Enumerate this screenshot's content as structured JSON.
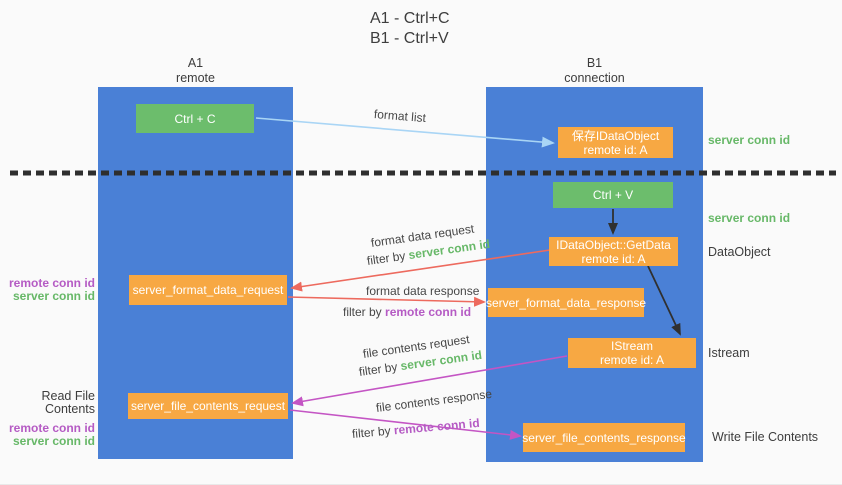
{
  "title": {
    "line1": "A1 - Ctrl+C",
    "line2": "B1 - Ctrl+V"
  },
  "lanes": {
    "left": {
      "id": "A1",
      "name": "remote"
    },
    "right": {
      "id": "B1",
      "name": "connection"
    }
  },
  "nodes": {
    "ctrl_c": {
      "label": "Ctrl + C"
    },
    "save_dataobject": {
      "line1": "保存IDataObject",
      "line2": "remote id: A"
    },
    "ctrl_v": {
      "label": "Ctrl + V"
    },
    "getdata": {
      "line1": "IDataObject::GetData",
      "line2": "remote id: A"
    },
    "format_request": {
      "label": "server_format_data_request"
    },
    "format_response": {
      "label": "server_format_data_response"
    },
    "istream": {
      "line1": "IStream",
      "line2": "remote id: A"
    },
    "file_request": {
      "label": "server_file_contents_request"
    },
    "file_response": {
      "label": "server_file_contents_response"
    }
  },
  "edge_labels": {
    "format_list": "format list",
    "format_data_request": "format data request",
    "format_data_response": "format data response",
    "file_contents_request": "file contents request",
    "file_contents_response": "file contents response",
    "filter_by": "filter by",
    "server_conn_id": "server conn id",
    "remote_conn_id": "remote conn id"
  },
  "side_labels": {
    "server_conn_id_top_right": "server conn id",
    "server_conn_id_mid_right": "server conn id",
    "dataobject": "DataObject",
    "istream": "Istream",
    "write_file_contents": "Write File Contents",
    "read_file_contents": "Read File Contents",
    "remote_conn_id_left_top": "remote conn id",
    "server_conn_id_left_top": "server conn id",
    "remote_conn_id_left_bottom": "remote conn id",
    "server_conn_id_left_bottom": "server conn id"
  },
  "colors": {
    "lane_blue": "#4a80d6",
    "node_orange": "#f7a843",
    "node_green": "#6cbd6c",
    "green_text": "#67b868",
    "purple_text": "#b55bc4",
    "arrow_red": "#ed6a5e",
    "arrow_magenta": "#c455c4",
    "arrow_light_blue": "#a9d5f5",
    "arrow_black": "#303030",
    "background": "#fafafa"
  }
}
